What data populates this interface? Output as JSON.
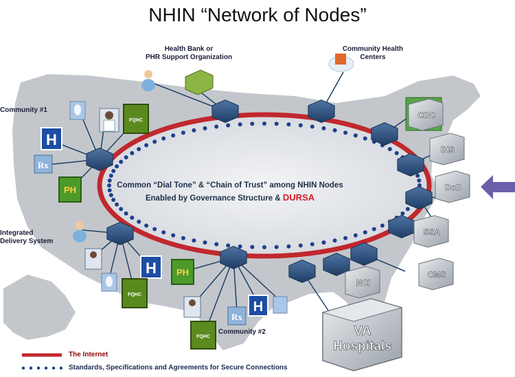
{
  "title": "NHIN “Network of Nodes”",
  "center": {
    "line1": "Common “Dial Tone” & “Chain of Trust” among NHIN Nodes",
    "line2": "Enabled by Governance Structure &",
    "dursa": "DURSA"
  },
  "labels": {
    "health_bank": "Health Bank or\nPHR Support Organization",
    "community_health": "Community Health\nCenters",
    "community1": "Community #1",
    "community2": "Community #2",
    "ids": "Integrated\nDelivery System"
  },
  "agencies": [
    "CDC",
    "IHS",
    "DoD",
    "SSA",
    "CMS",
    "NCI"
  ],
  "va": {
    "line1": "VA",
    "line2": "Hospitals"
  },
  "icons": {
    "hospital": "H",
    "pharmacy": "PH",
    "fqhc": "FQHC",
    "rx": "Rx"
  },
  "legend": {
    "internet": "The Internet",
    "standards": "Standards, Specifications and Agreements for Secure Connections"
  },
  "colors": {
    "ring_red": "#c0282e",
    "node_blue": "#2c4f7c",
    "dot_blue": "#1f3f8a",
    "map_gray": "#c3c7cc",
    "fqhc_green": "#5a8a1e",
    "ph_green": "#4c9a2a",
    "hospital_blue": "#1d4ea3",
    "arrow": "#6a5fa8"
  }
}
